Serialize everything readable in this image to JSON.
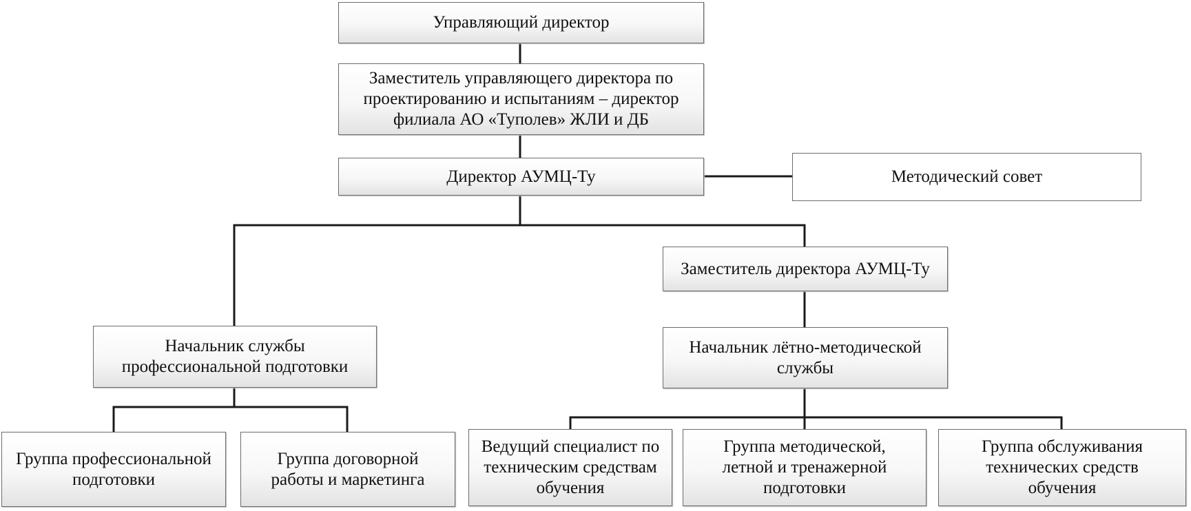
{
  "diagram": {
    "nodes": {
      "managing_director": "Управляющий директор",
      "deputy_managing_director": "Заместитель управляющего директора по проектированию и испытаниям – директор филиала АО «Туполев» ЖЛИ и ДБ",
      "director_aumc": "Директор АУМЦ-Ту",
      "methodical_council": "Методический совет",
      "deputy_director_aumc": "Заместитель директора АУМЦ-Ту",
      "head_professional_training": "Начальник службы профессиональной подготовки",
      "head_flight_methodical": "Начальник лётно-методической службы",
      "group_professional_training": "Группа профессиональной подготовки",
      "group_contract_marketing": "Группа договорной работы и маркетинга",
      "lead_specialist_tech_means": "Ведущий специалист по техническим средствам обучения",
      "group_methodical_flight_sim": "Группа методической, летной и тренажерной подготовки",
      "group_tech_means_service": "Группа обслуживания технических средств обучения"
    },
    "edges": [
      [
        "managing_director",
        "deputy_managing_director"
      ],
      [
        "deputy_managing_director",
        "director_aumc"
      ],
      [
        "director_aumc",
        "methodical_council"
      ],
      [
        "director_aumc",
        "head_professional_training"
      ],
      [
        "director_aumc",
        "deputy_director_aumc"
      ],
      [
        "deputy_director_aumc",
        "head_flight_methodical"
      ],
      [
        "head_professional_training",
        "group_professional_training"
      ],
      [
        "head_professional_training",
        "group_contract_marketing"
      ],
      [
        "head_flight_methodical",
        "lead_specialist_tech_means"
      ],
      [
        "head_flight_methodical",
        "group_methodical_flight_sim"
      ],
      [
        "head_flight_methodical",
        "group_tech_means_service"
      ]
    ]
  }
}
